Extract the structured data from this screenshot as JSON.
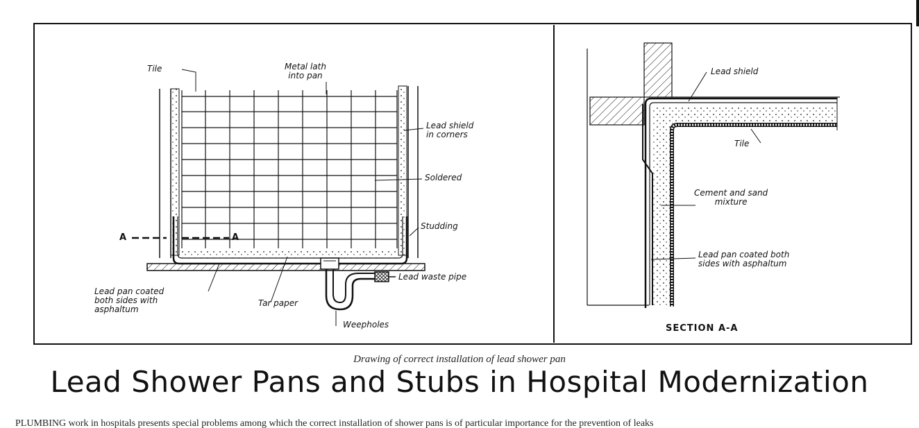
{
  "figure": {
    "labels": {
      "tile": "Tile",
      "metal_lath": "Metal lath\ninto pan",
      "lead_shield_corners": "Lead shield\nin corners",
      "soldered": "Soldered",
      "studding": "Studding",
      "lead_pan_coated": "Lead pan coated\nboth sides with\nasphaltum",
      "tar_paper": "Tar paper",
      "lead_waste_pipe": "Lead waste pipe",
      "weepholes": "Weepholes",
      "section_marker_left": "A",
      "section_marker_right": "A"
    },
    "section": {
      "lead_shield": "Lead shield",
      "tile": "Tile",
      "cement_mixture": "Cement and sand\nmixture",
      "lead_pan": "Lead pan coated both\nsides with asphaltum",
      "title": "SECTION A-A"
    }
  },
  "caption": "Drawing of correct installation of lead shower pan",
  "headline": "Lead Shower Pans and Stubs in Hospital Modernization",
  "body_fragment": "PLUMBING work in hospitals presents special problems among which the correct installation of shower pans is of particular importance for the prevention of leaks"
}
